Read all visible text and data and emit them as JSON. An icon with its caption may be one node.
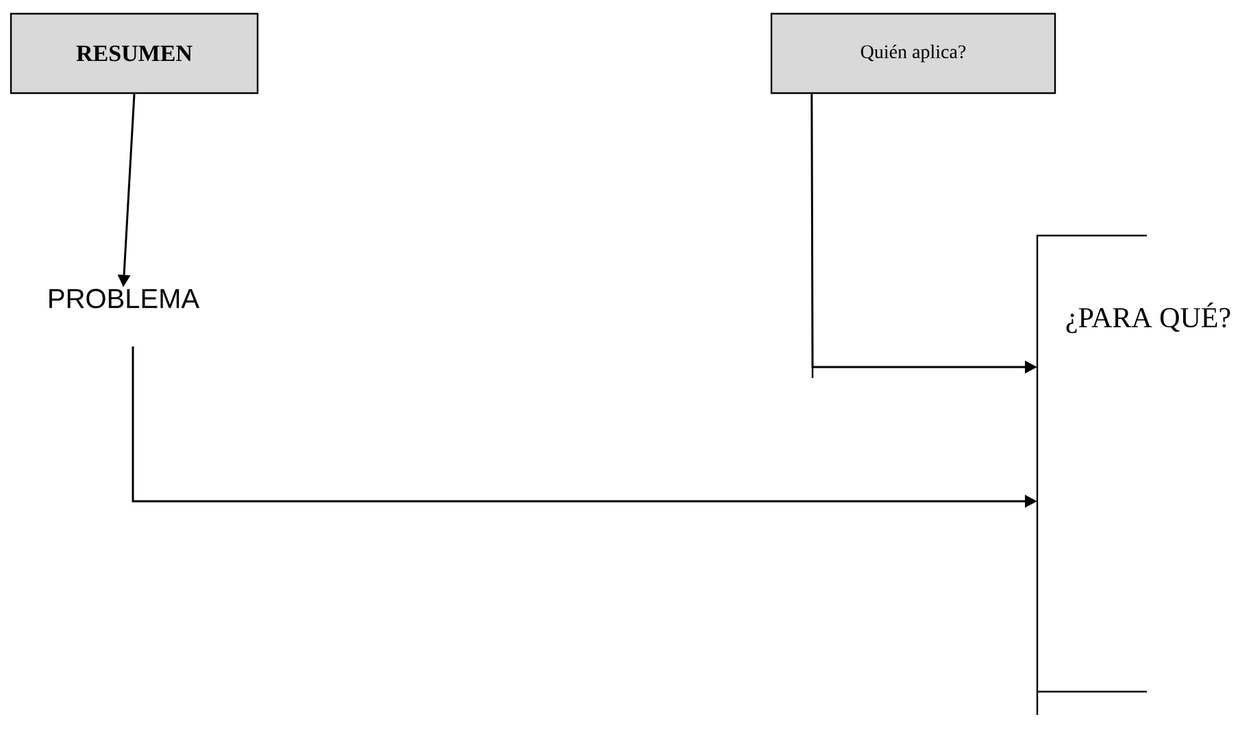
{
  "diagram": {
    "nodes": [
      {
        "text": [
          "RESUMEN"
        ]
      },
      {
        "text": [
          "Quién aplica?"
        ]
      },
      {
        "text": [
          "PROBLEMA"
        ]
      },
      {
        "text": [
          "¿PARA QUÉ?"
        ]
      }
    ],
    "edges": [
      {
        "from": 0,
        "to": 2,
        "arrow": "to"
      },
      {
        "from": 1,
        "to": 3,
        "arrow": "to"
      },
      {
        "from": 2,
        "to": 3,
        "arrow": "to"
      }
    ]
  }
}
